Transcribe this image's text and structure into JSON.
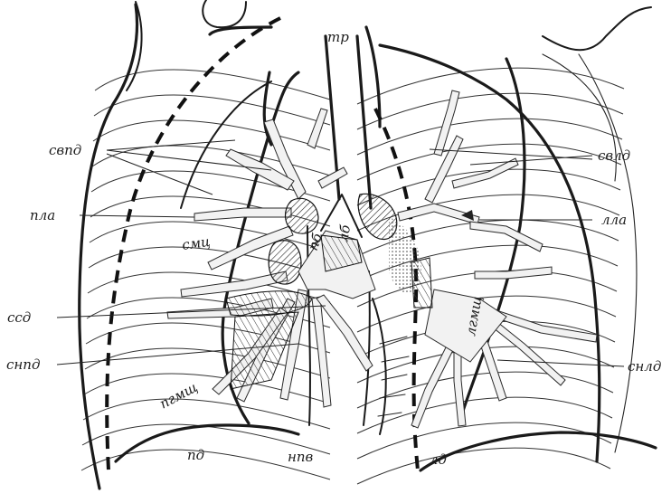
{
  "labels": {
    "trachea": "тр",
    "right_upper_vein": "свпд",
    "left_upper_vein": "свлд",
    "right_pulmonary_artery": "пла",
    "left_pulmonary_artery": "лла",
    "middle_lobe_vein": "смц",
    "right_bronchus": "пб",
    "left_bronchus": "лб",
    "common_vein_right": "ссд",
    "right_lower_vein": "снпд",
    "left_lower_vein": "снлд",
    "right_intermediate": "пгмщ",
    "left_intermediate": "лгмщ",
    "right_diaphragm": "пд",
    "left_diaphragm": "лд",
    "lower_vena_cava": "нпв"
  }
}
